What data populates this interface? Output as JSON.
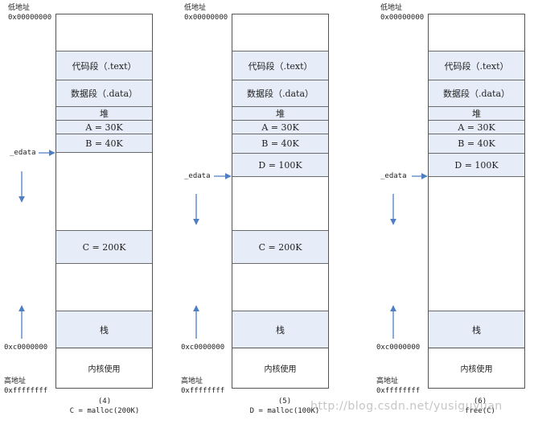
{
  "diagram": {
    "low_addr_label": "低地址",
    "low_addr_value": "0x00000000",
    "high_addr_label": "高地址",
    "high_addr_value": "0xffffffff",
    "kernel_addr": "0xc0000000",
    "edata_label": "_edata",
    "kernel_label": "内核使用",
    "stack_label": "栈",
    "colors": {
      "segment_fill": "#e6edf8",
      "arrow": "#4f7fc0",
      "border": "#555555"
    },
    "panels": [
      {
        "id": "panel-4",
        "segments": {
          "text": "代码段（.text）",
          "data": "数据段（.data）",
          "heap": "堆",
          "a": "A = 30K",
          "b": "B = 40K",
          "c": "C = 200K"
        },
        "caption_num": "(4)",
        "caption_code": "C = malloc(200K)"
      },
      {
        "id": "panel-5",
        "segments": {
          "text": "代码段（.text）",
          "data": "数据段（.data）",
          "heap": "堆",
          "a": "A = 30K",
          "b": "B = 40K",
          "d": "D = 100K",
          "c": "C = 200K"
        },
        "caption_num": "(5)",
        "caption_code": "D = malloc(100K)"
      },
      {
        "id": "panel-6",
        "segments": {
          "text": "代码段（.text）",
          "data": "数据段（.data）",
          "heap": "堆",
          "a": "A = 30K",
          "b": "B = 40K",
          "d": "D = 100K"
        },
        "caption_num": "(6)",
        "caption_code": "free(C)"
      }
    ],
    "watermark": "http://blog.csdn.net/yusiguyuan"
  }
}
